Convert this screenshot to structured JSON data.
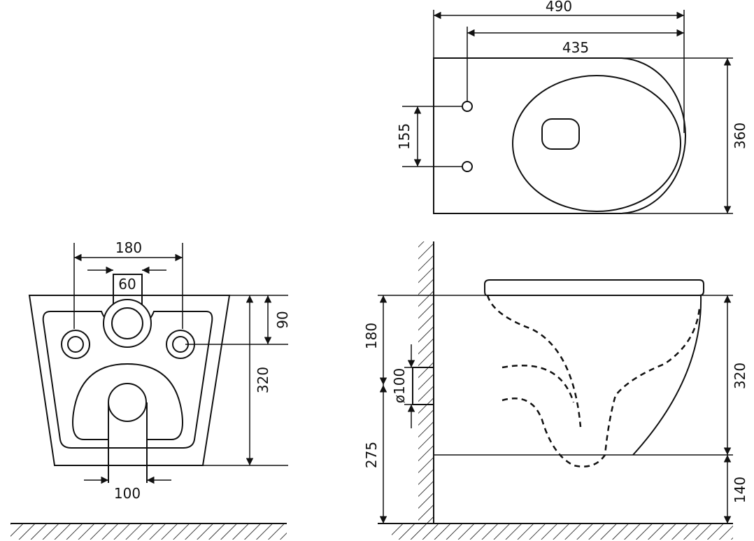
{
  "top_view": {
    "width_total": "490",
    "hole_to_back": "435",
    "hole_spacing": "155",
    "depth": "360"
  },
  "front_view": {
    "hole_spacing": "180",
    "center_slot": "60",
    "bottom_slot": "100",
    "height": "320",
    "hole_height": "90"
  },
  "side_view": {
    "upper_to_pipe": "180",
    "pipe_diameter": "ø100",
    "pipe_to_floor": "275",
    "height": "320",
    "floor_gap": "140"
  }
}
